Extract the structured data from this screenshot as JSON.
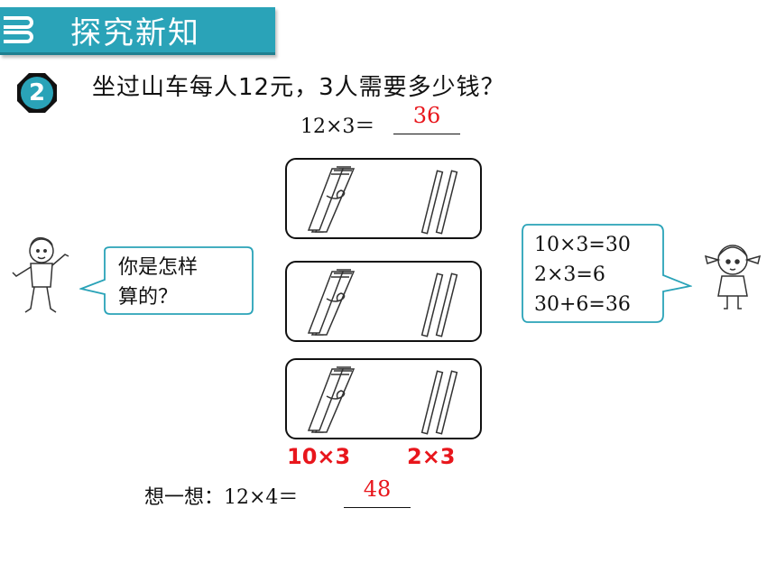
{
  "header": {
    "title": "探究新知"
  },
  "problem": {
    "number": "2",
    "question": "坐过山车每人12元，3人需要多少钱？",
    "equation": "12×3＝",
    "answer": "36"
  },
  "bundles": {
    "count": 3,
    "labels": {
      "tens": "10×3",
      "ones": "2×3"
    }
  },
  "speech": {
    "boy": {
      "line1": "你是怎样",
      "line2": "算的？"
    },
    "girl": {
      "line1": "10×3=30",
      "line2": "2×3=6",
      "line3": "30+6=36"
    }
  },
  "think": {
    "prompt": "想一想：12×4＝",
    "answer": "48"
  },
  "colors": {
    "accent": "#2aa3b8",
    "answer": "#e8161c",
    "bubble": "#2aa3b8"
  }
}
